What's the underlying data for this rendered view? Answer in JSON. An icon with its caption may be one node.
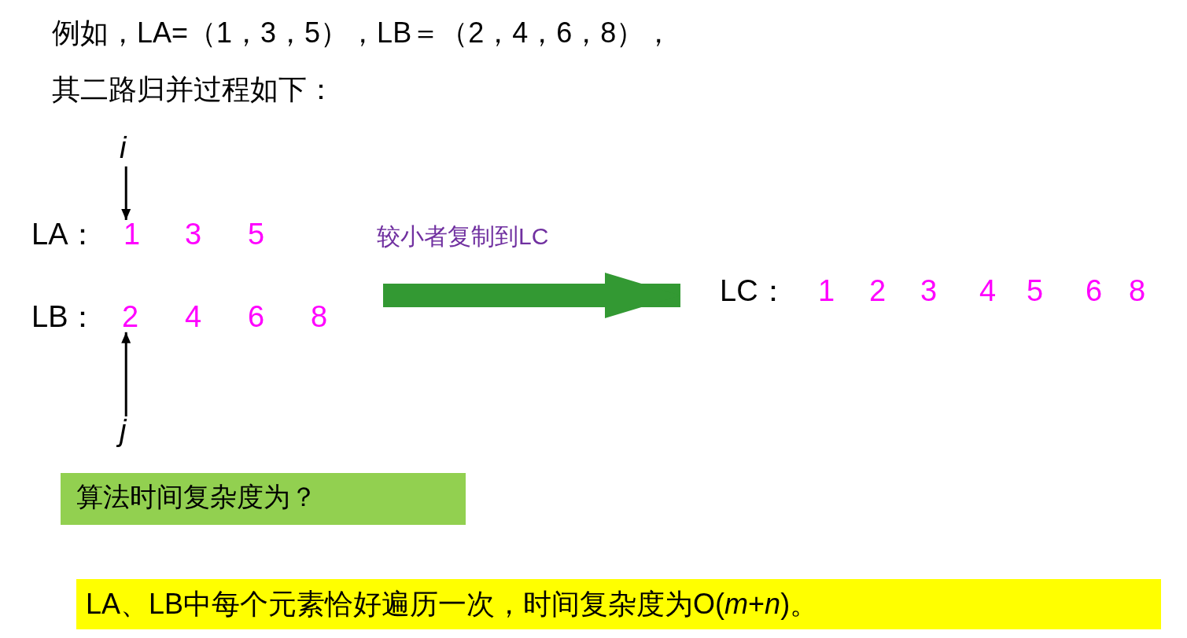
{
  "diagram": {
    "title": "例如，LA=（1，3，5），LB＝（2，4，6，8），",
    "nodes": [
      {
        "text": [
          "i"
        ]
      },
      {
        "text": [
          "1"
        ]
      },
      {
        "text": [
          "2"
        ]
      },
      {
        "text": [
          "j"
        ]
      },
      {
        "text": [
          "LC：",
          "1",
          "2",
          "3",
          "4",
          "5",
          "6",
          "8"
        ]
      },
      {
        "text": [
          "算法时间复杂度为？"
        ]
      },
      {
        "text": [
          "LA、LB中每个元素恰好遍历一次，时间复杂度为O(*m*+*n*)。"
        ]
      }
    ],
    "edges": [
      {
        "from": 0,
        "to": 1,
        "arrow": "to"
      },
      {
        "from": 3,
        "to": 2,
        "arrow": "to"
      },
      {
        "from": null,
        "to": 4,
        "arrow": "to",
        "label": "较小者复制到LC",
        "style": "thick",
        "color": "#339933"
      }
    ],
    "labels": [
      "其二路归并过程如下：",
      "LA：",
      "3",
      "5",
      "LB：",
      "4",
      "6",
      "8"
    ]
  }
}
